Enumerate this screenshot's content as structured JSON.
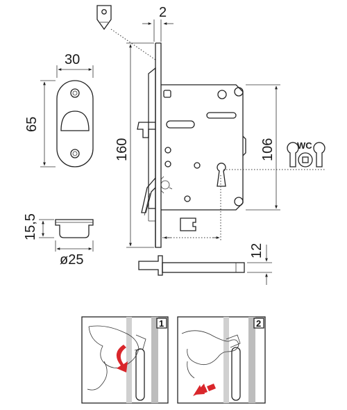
{
  "dimensions": {
    "strike_width": "30",
    "strike_height": "65",
    "faceplate_thickness": "2",
    "faceplate_length": "160",
    "case_height": "106",
    "pull_height": "15,5",
    "pull_diameter": "ø25",
    "bolt_offset": "12"
  },
  "symbols": {
    "wc_label": "WC"
  },
  "steps": [
    {
      "number": "1"
    },
    {
      "number": "2"
    }
  ],
  "colors": {
    "line": "#222222",
    "arrow_red": "#d9262b",
    "rail_gray": "#b8b8b8"
  }
}
